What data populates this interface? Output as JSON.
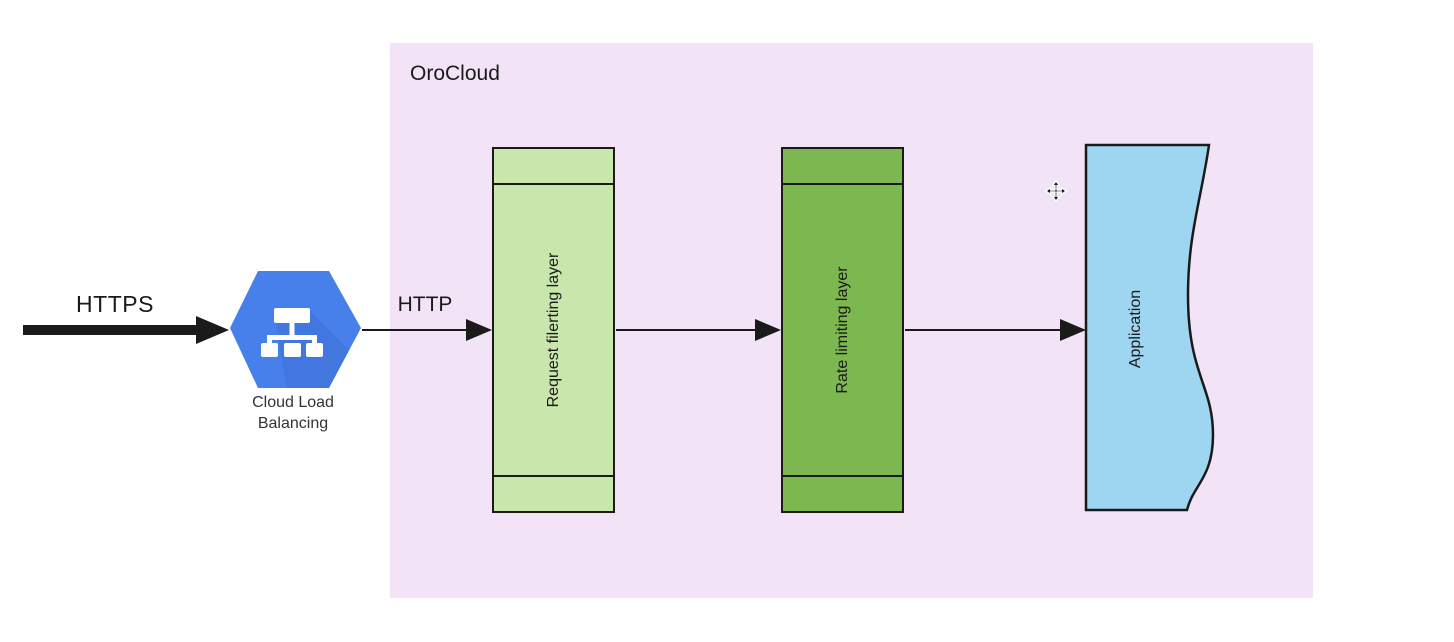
{
  "diagram": {
    "title_region": {
      "label": "OroCloud",
      "fill": "#F2E4F6"
    },
    "flow": {
      "inbound_label": "HTTPS",
      "internal_label": "HTTP",
      "arrow_color": "#1a1a1a"
    },
    "load_balancer": {
      "label": "Cloud Load Balancing",
      "icon": "load-balancer-hexagon-icon",
      "hex_fill": "#4780EA",
      "hex_shadow": "#3C70D6",
      "glyph_color": "#ffffff"
    },
    "nodes": [
      {
        "label": "Request filerting layer",
        "fill": "#C9E7AD",
        "shape": "vertical-rect-with-bands"
      },
      {
        "label": "Rate limiting layer",
        "fill": "#7CB750",
        "shape": "vertical-rect-with-bands"
      },
      {
        "label": "Application",
        "fill": "#9ED5F0",
        "shape": "vertical-wave-flag"
      }
    ],
    "cursor": {
      "icon": "move-cursor-icon"
    }
  }
}
